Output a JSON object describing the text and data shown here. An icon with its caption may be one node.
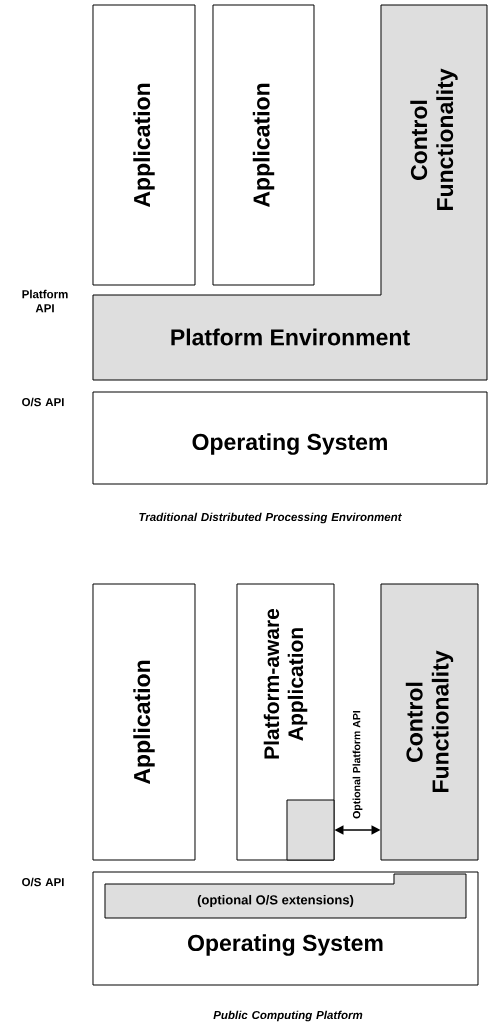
{
  "diagram": {
    "nodes": [
      {
        "text": [
          "Application"
        ]
      },
      {
        "text": [
          "Application"
        ]
      },
      {
        "text": [
          "Control Functionality",
          "Platform Environment"
        ]
      },
      {
        "text": [
          "Operating System"
        ]
      },
      {
        "text": [
          "Application"
        ]
      },
      {
        "text": [
          "Platform-aware Application"
        ]
      },
      {
        "text": [],
        "shape": "box",
        "in": 5
      },
      {
        "text": [
          "Control Functionality"
        ]
      },
      {
        "text": [
          "Operating System"
        ]
      },
      {
        "text": [
          "(optional O/S extensions)"
        ],
        "in": 8
      }
    ],
    "edges": [
      {
        "from": 6,
        "to": 7,
        "arrow": "both",
        "label": "Optional Platform API"
      }
    ],
    "labels": [
      "Platform API",
      "O/S API",
      "Traditional Distributed Processing Environment",
      "O/S API",
      "Public Computing Platform"
    ]
  }
}
